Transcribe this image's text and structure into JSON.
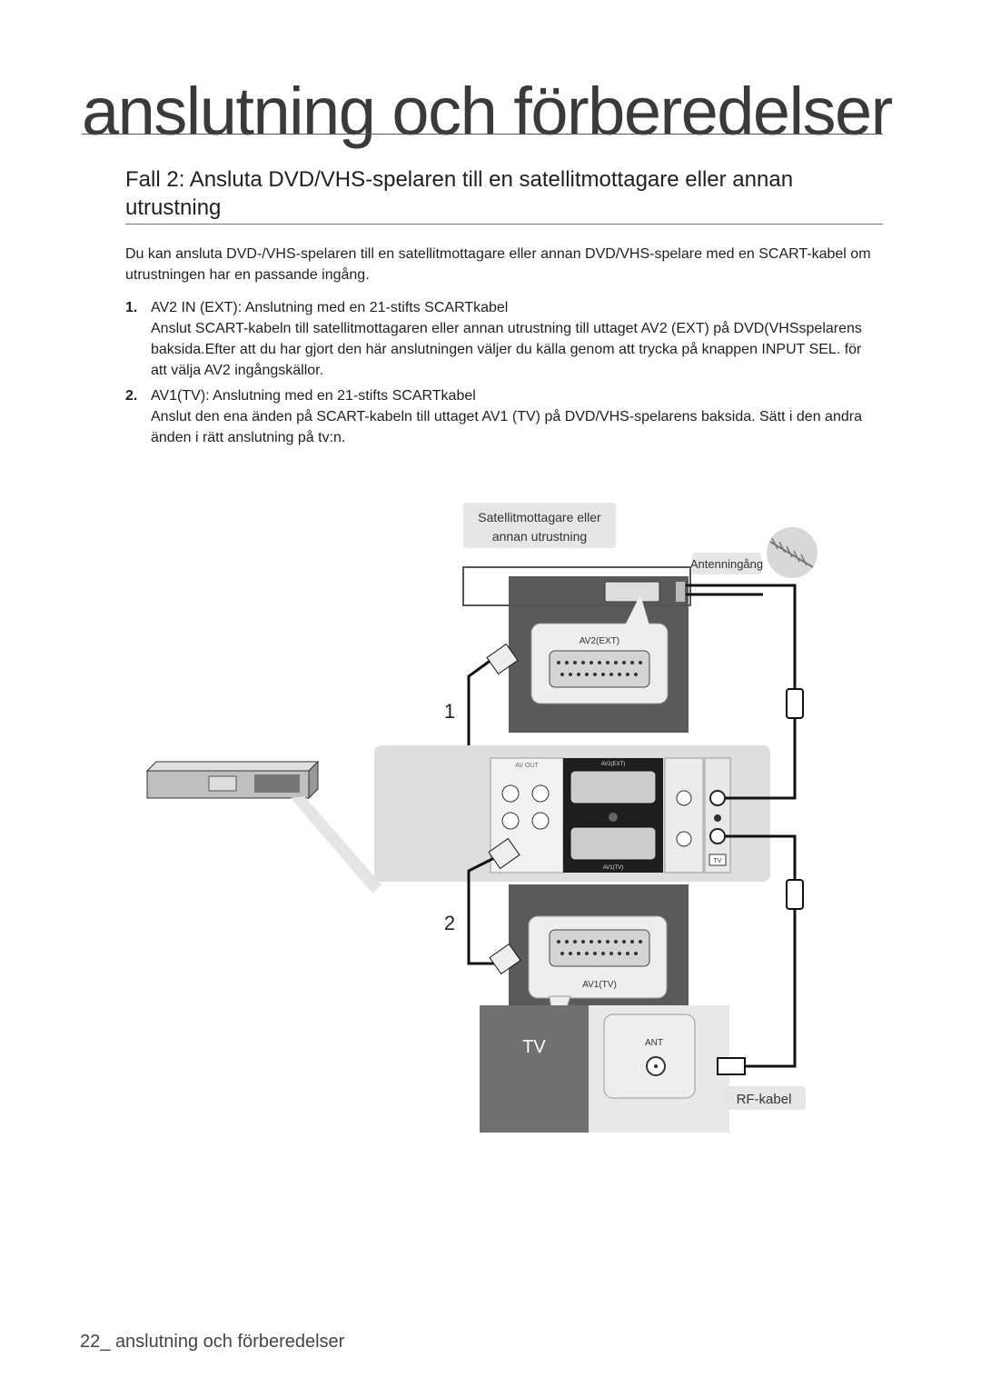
{
  "page": {
    "chapter_title": "anslutning och förberedelser",
    "section_title": "Fall 2: Ansluta DVD/VHS-spelaren till en satellitmottagare eller annan utrustning",
    "intro": "Du kan ansluta DVD-/VHS-spelaren till en satellitmottagare eller annan DVD/VHS-spelare med en SCART-kabel om utrustningen har en passande ingång.",
    "steps": [
      {
        "num": "1.",
        "title": "AV2 IN (EXT): Anslutning med en 21-stifts SCARTkabel",
        "body": "Anslut SCART-kabeln till satellitmottagaren eller annan utrustning till uttaget AV2 (EXT) på DVD(VHSspelarens baksida.Efter att du har gjort den här anslutningen väljer du källa genom att trycka på knappen INPUT SEL. för att välja AV2 ingångskällor."
      },
      {
        "num": "2.",
        "title": "AV1(TV): Anslutning med en 21-stifts SCARTkabel",
        "body": "Anslut den ena änden på SCART-kabeln till uttaget AV1 (TV) på DVD/VHS-spelarens baksida. Sätt i den andra änden i rätt anslutning på tv:n."
      }
    ],
    "footer": {
      "page_number": "22_",
      "label": "anslutning och förberedelser"
    }
  },
  "diagram": {
    "satellite_label_line1": "Satellitmottagare eller",
    "satellite_label_line2": "annan utrustning",
    "antenna_label": "Antenningång",
    "av2_label": "AV2(EXT)",
    "step1_marker": "1",
    "step2_marker": "2",
    "panel_av_out": "AV OUT",
    "panel_av2": "AV2(EXT)",
    "panel_av1": "AV1(TV)",
    "panel_tv": "TV",
    "av1_label": "AV1(TV)",
    "tv_label": "TV",
    "ant_label": "ANT",
    "rf_label": "RF-kabel"
  }
}
